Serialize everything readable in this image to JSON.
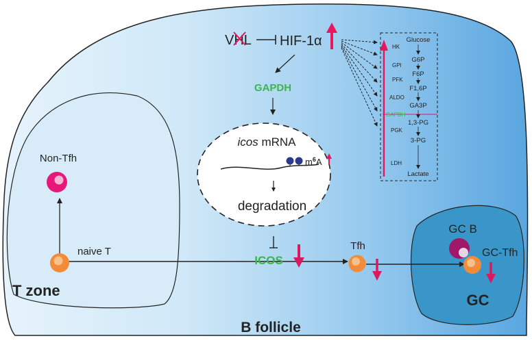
{
  "labels": {
    "vhl": "VHL",
    "hif": "HIF-1α",
    "gapdh": "GAPDH",
    "icos_mrna_italic": "icos",
    "icos_mrna_rest": " mRNA",
    "m6a_m": "m",
    "m6a_6": "6",
    "m6a_a": "A",
    "degradation": "degradation",
    "icos": "ICOS",
    "non_tfh": "Non-Tfh",
    "naive_t": "naive T",
    "t_zone": "T zone",
    "tfh": "Tfh",
    "gc_b": "GC B",
    "gc_tfh": "GC-Tfh",
    "gc": "GC",
    "b_follicle": "B follicle"
  },
  "glycolysis": {
    "enzymes": [
      "HK",
      "GPI",
      "PFK",
      "ALDO",
      "GAPDH",
      "PGK",
      "LDH"
    ],
    "metabolites": [
      "Glucose",
      "G6P",
      "F6P",
      "F1,6P",
      "GA3P",
      "1,3-PG",
      "3-PG",
      "Lactate"
    ]
  },
  "colors": {
    "up_arrow": "#e8175d",
    "down_arrow": "#d81b60",
    "gapdh_green": "#3db54a",
    "cell_orange": "#f28c3a",
    "non_tfh_pink": "#e8177a",
    "gc_b_purple": "#a0186a",
    "m6a_dot": "#2b3a8a",
    "glyco_line": "#e8177a"
  }
}
